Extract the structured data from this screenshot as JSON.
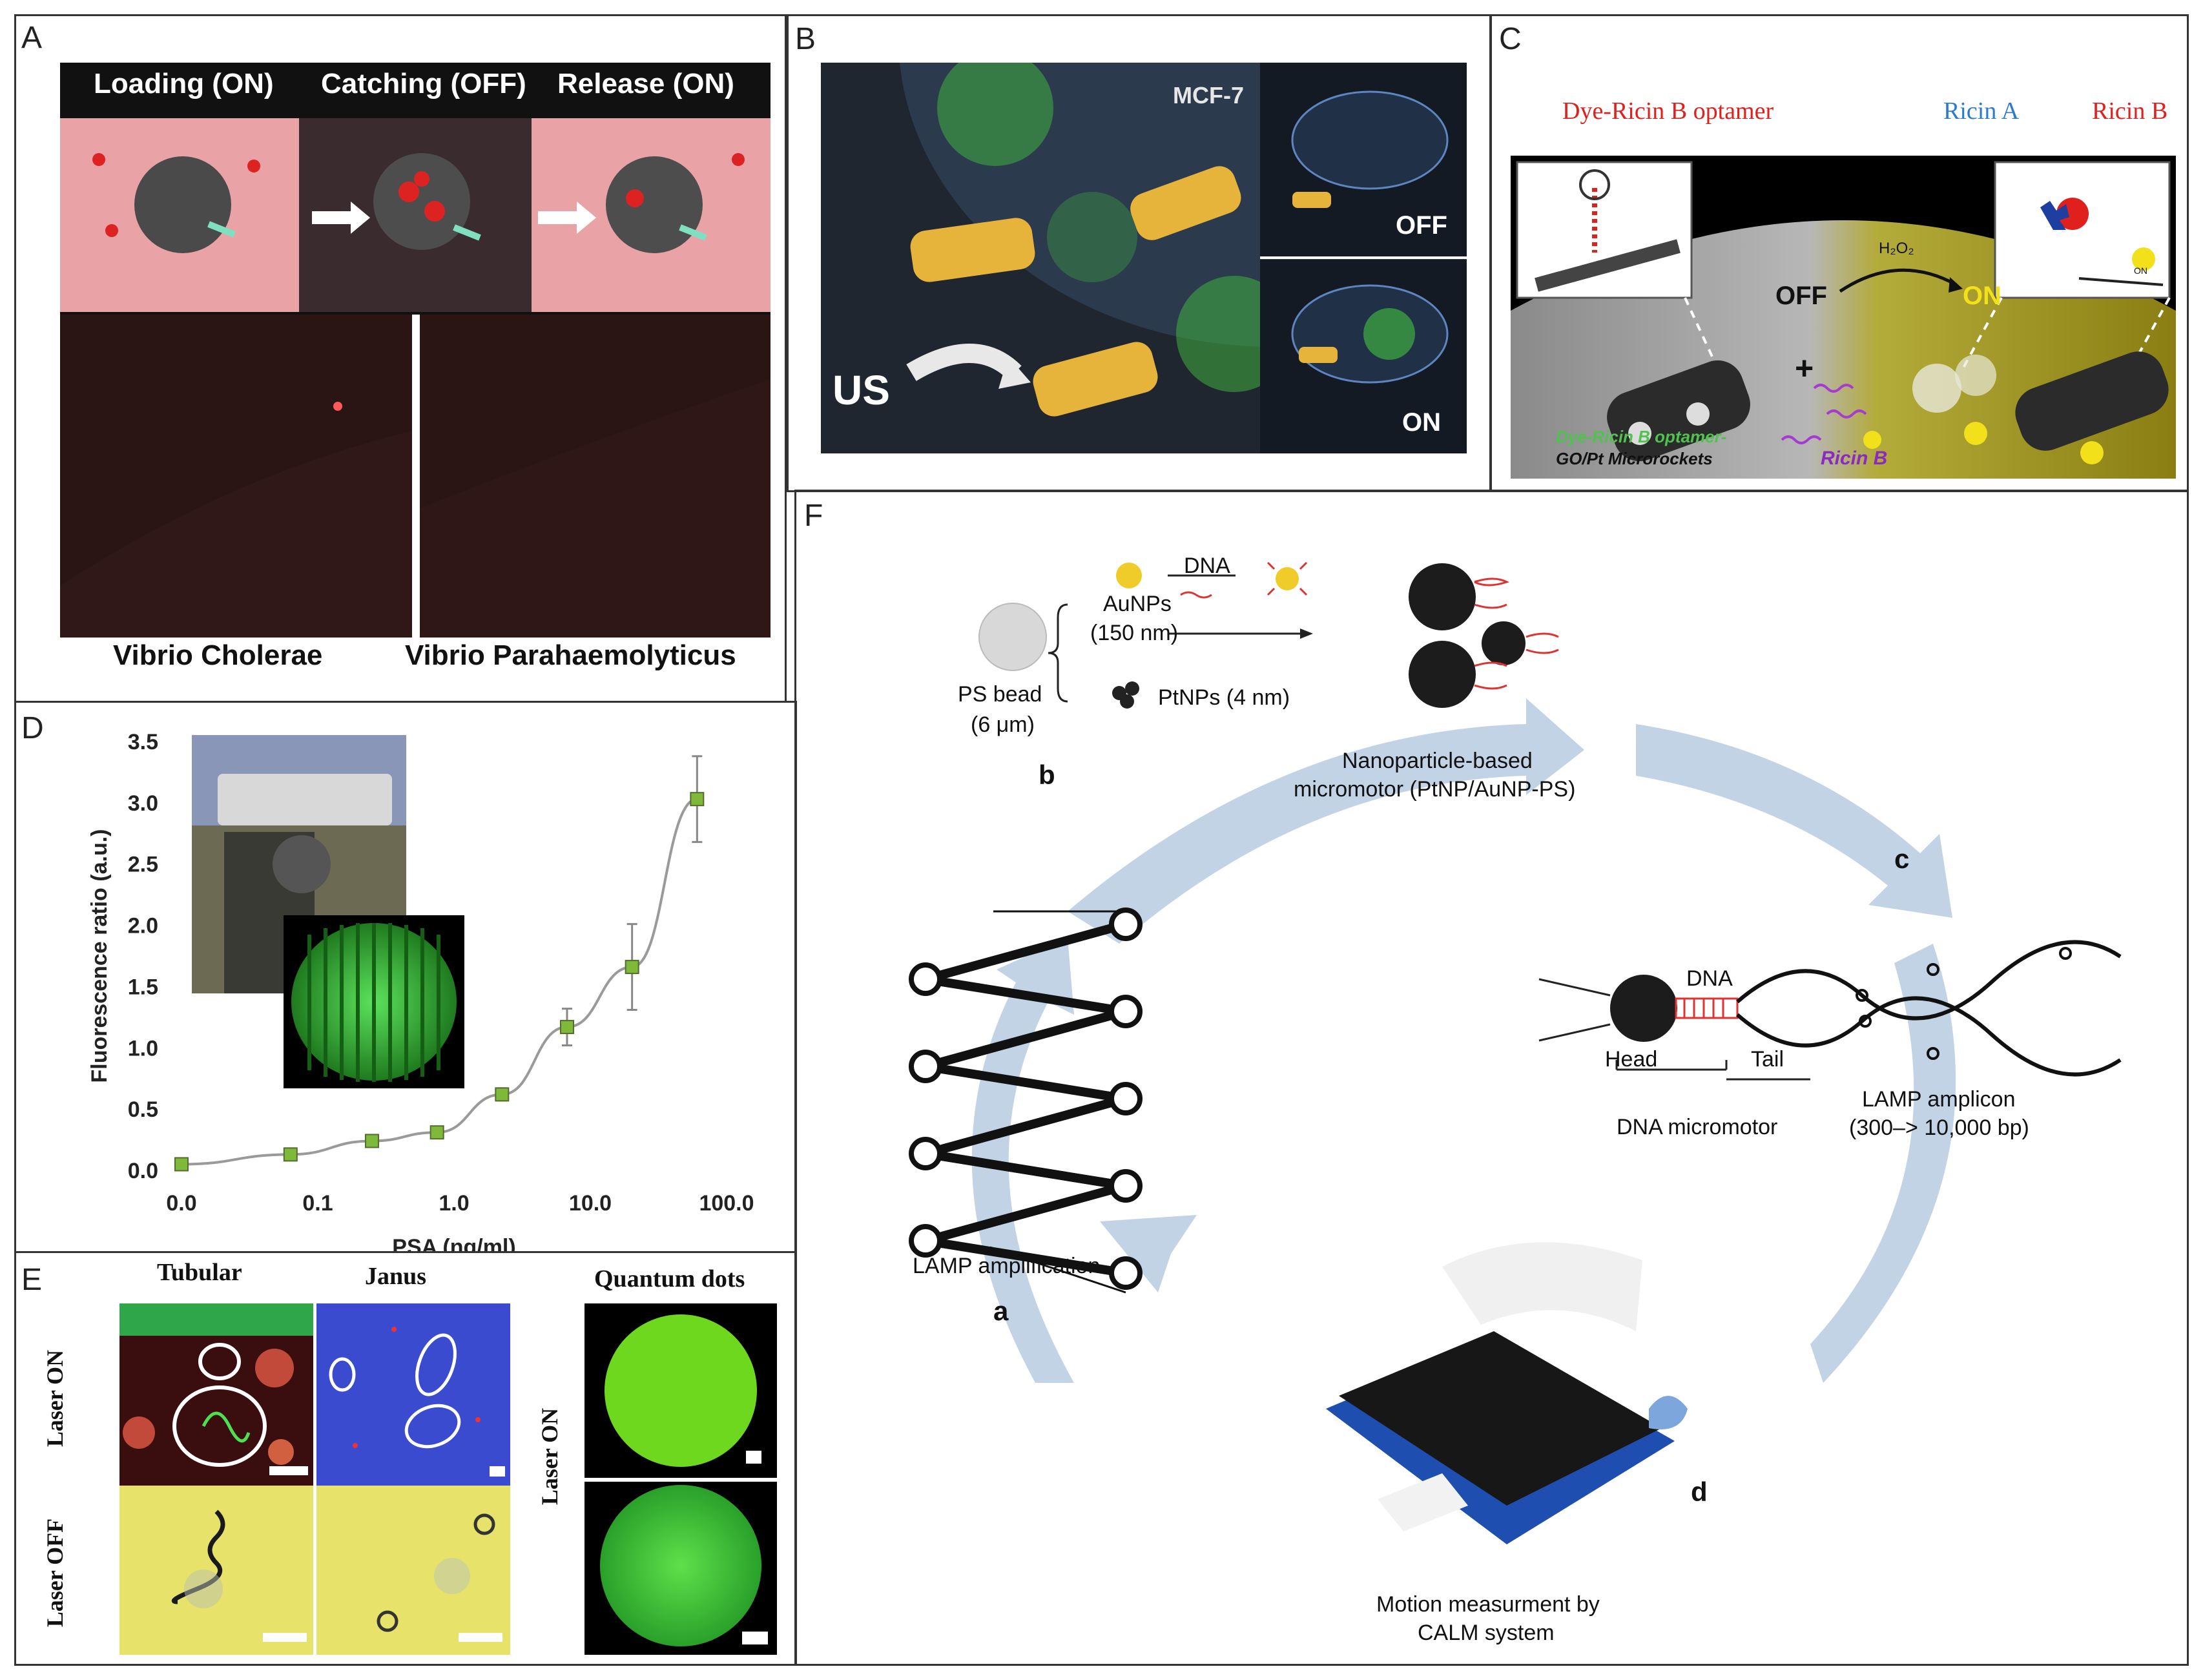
{
  "panels": {
    "A": {
      "label": "A",
      "stage_loading": "Loading (ON)",
      "stage_catching": "Catching (OFF)",
      "stage_release": "Release (ON)",
      "caption_left": "Vibrio Cholerae",
      "caption_right": "Vibrio Parahaemolyticus"
    },
    "B": {
      "label": "B",
      "cell_label": "MCF-7",
      "state_off": "OFF",
      "state_on": "ON",
      "stimulus": "US"
    },
    "C": {
      "label": "C",
      "aptamer_label": "Dye-Ricin B optamer",
      "ricin_a": "Ricin A",
      "ricin_b": "Ricin B",
      "state_off": "OFF",
      "state_on": "ON",
      "fuel": "H₂O₂",
      "plus": "+",
      "bottom_green": "Dye-Ricin B optamer-",
      "bottom_black": "GO/Pt Microrockets",
      "bottom_purple": "Ricin B",
      "small_on": "ON"
    },
    "D": {
      "label": "D",
      "chart_data": {
        "type": "line",
        "xlabel": "PSA (ng/ml)",
        "ylabel": "Fluorescence ratio (a.u.)",
        "x_tick_labels": [
          "0.0",
          "0.1",
          "1.0",
          "10.0",
          "100.0"
        ],
        "y_tick_labels": [
          "0.0",
          "0.5",
          "1.0",
          "1.5",
          "2.0",
          "2.5",
          "3.0",
          "3.5"
        ],
        "ylim": [
          0,
          3.5
        ],
        "x_scale": "log",
        "grid": false,
        "x": [
          0,
          0.08,
          0.25,
          0.75,
          2.25,
          6.75,
          20.25,
          60.75
        ],
        "y": [
          0.05,
          0.13,
          0.24,
          0.31,
          0.62,
          1.17,
          1.66,
          3.03
        ],
        "error": [
          0,
          0,
          0,
          0,
          0.05,
          0.15,
          0.35,
          0.35
        ],
        "marker_color": "#7fb93a",
        "line_color": "#9a9a9a"
      }
    },
    "E": {
      "label": "E",
      "col_tubular": "Tubular",
      "col_janus": "Janus",
      "col_qd": "Quantum dots",
      "row_on": "Laser ON",
      "row_off": "Laser OFF",
      "qd_row": "Laser ON"
    },
    "F": {
      "label": "F",
      "dna": "DNA",
      "aunps": "AuNPs",
      "aunps_size": "(150 nm)",
      "ps_bead": "PS bead",
      "ps_size": "(6 μm)",
      "ptnps": "PtNPs (4 nm)",
      "np_motor_1": "Nanoparticle-based",
      "np_motor_2": "micromotor (PtNP/AuNP-PS)",
      "step_a": "a",
      "step_b": "b",
      "step_c": "c",
      "step_d": "d",
      "lamp_amp": "LAMP amplification",
      "dna2": "DNA",
      "head": "Head",
      "tail": "Tail",
      "dna_motor": "DNA micromotor",
      "lamp_amplicon": "LAMP amplicon",
      "amplicon_size": "(300–> 10,000 bp)",
      "motion_1": "Motion measurment by",
      "motion_2": "CALM system"
    }
  },
  "colors": {
    "arc_blue": "#c3d3e6",
    "border": "#333333",
    "red_text": "#e0201c",
    "blue_text": "#2a7bd0"
  }
}
